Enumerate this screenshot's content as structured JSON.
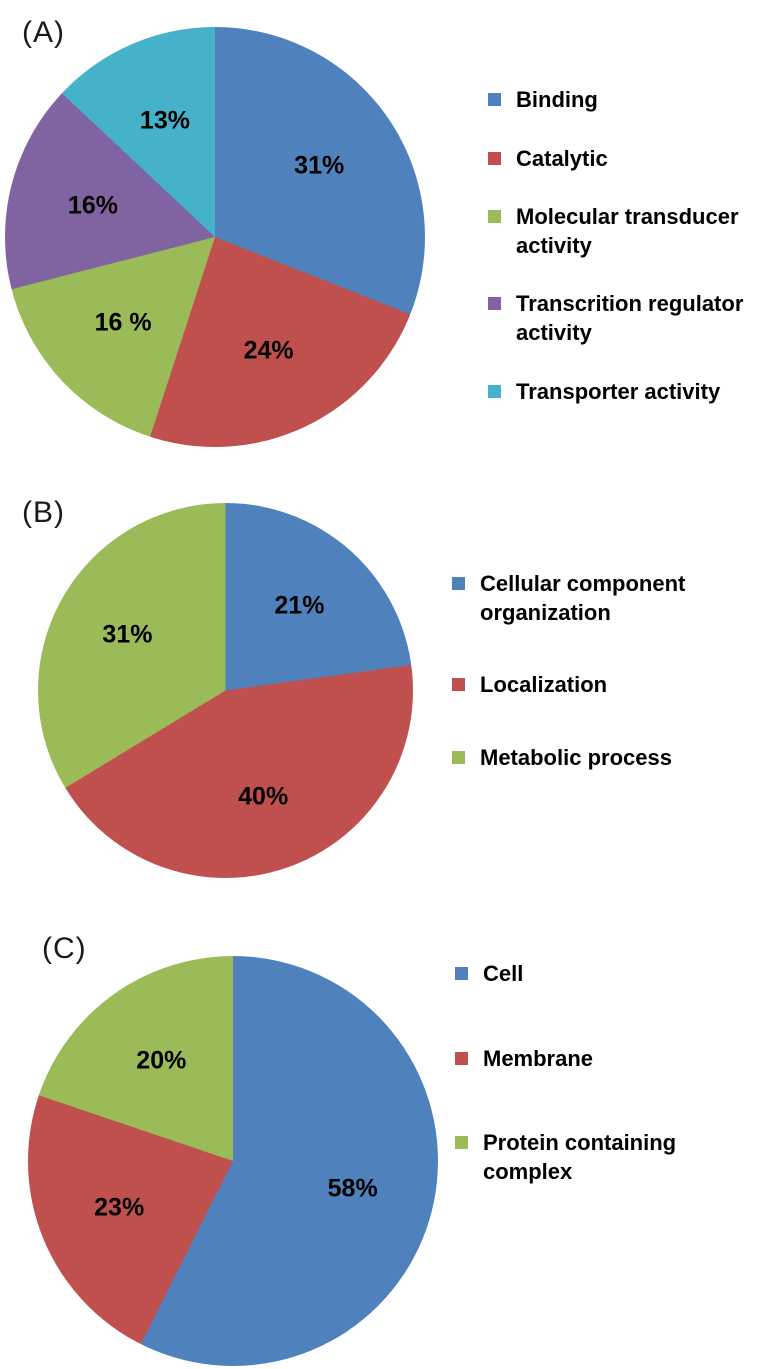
{
  "figure": {
    "background": "#ffffff"
  },
  "chart_data": [
    {
      "id": "a",
      "type": "pie",
      "panel_label": "(A)",
      "start_angle_deg": 0,
      "direction": "clockwise",
      "legend_position": "right",
      "slices": [
        {
          "label": "Binding",
          "value": 31,
          "display": "31%",
          "color": "#4f81bd"
        },
        {
          "label": "Catalytic",
          "value": 24,
          "display": "24%",
          "color": "#c0504d"
        },
        {
          "label": "Molecular transducer activity",
          "value": 16,
          "display": "16 %",
          "color": "#9bbb59"
        },
        {
          "label": "Transcrition regulator activity",
          "value": 16,
          "display": "16%",
          "color": "#8064a2"
        },
        {
          "label": "Transporter activity",
          "value": 13,
          "display": "13%",
          "color": "#45b2c9"
        }
      ]
    },
    {
      "id": "b",
      "type": "pie",
      "panel_label": "(B)",
      "start_angle_deg": 0,
      "direction": "clockwise",
      "legend_position": "right",
      "slices": [
        {
          "label": "Cellular component organization",
          "value": 21,
          "display": "21%",
          "color": "#4f81bd"
        },
        {
          "label": "Localization",
          "value": 40,
          "display": "40%",
          "color": "#c0504d"
        },
        {
          "label": "Metabolic process",
          "value": 31,
          "display": "31%",
          "color": "#9bbb59"
        }
      ]
    },
    {
      "id": "c",
      "type": "pie",
      "panel_label": "(C)",
      "start_angle_deg": 0,
      "direction": "clockwise",
      "legend_position": "right",
      "slices": [
        {
          "label": "Cell",
          "value": 58,
          "display": "58%",
          "color": "#4f81bd"
        },
        {
          "label": "Membrane",
          "value": 23,
          "display": "23%",
          "color": "#c0504d"
        },
        {
          "label": "Protein containing complex",
          "value": 20,
          "display": "20%",
          "color": "#9bbb59"
        }
      ]
    }
  ]
}
